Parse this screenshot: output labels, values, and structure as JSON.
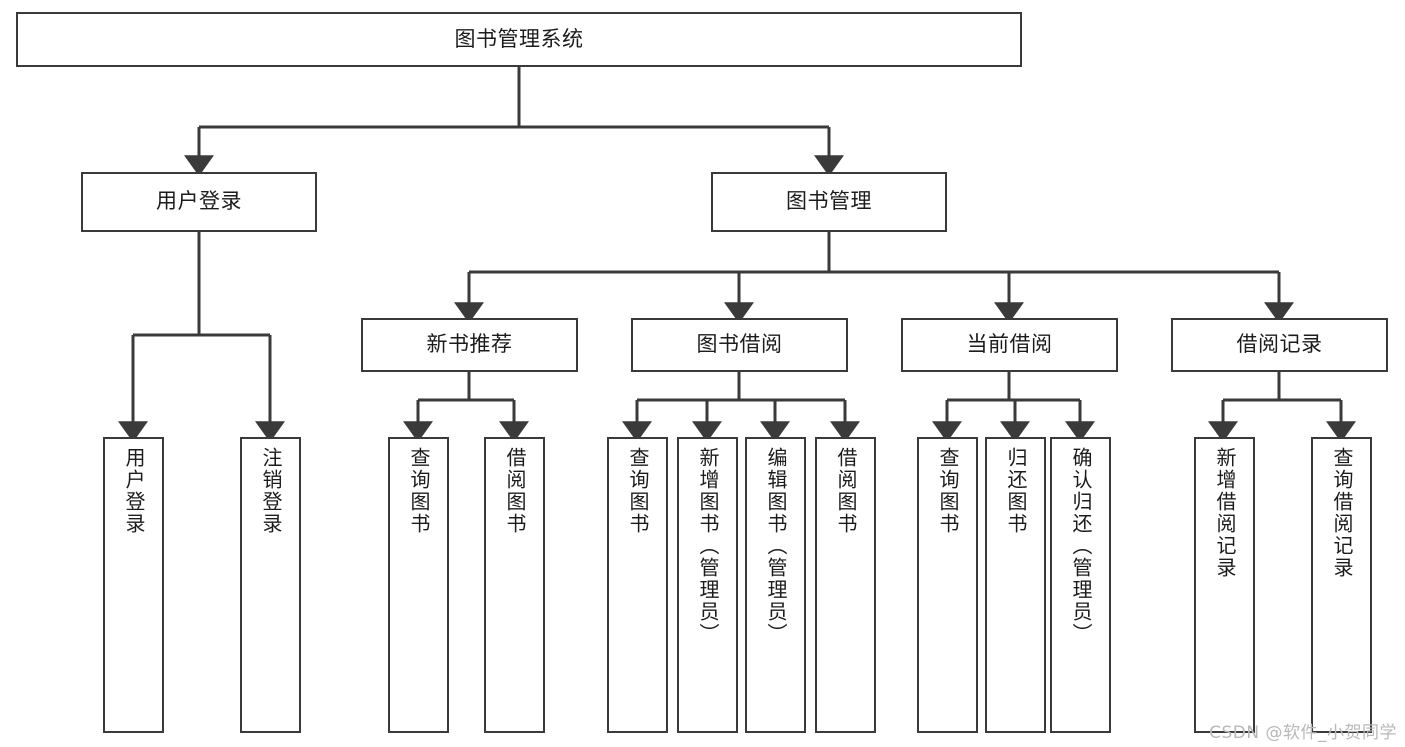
{
  "diagram": {
    "title": "图书管理系统",
    "type": "hierarchy-tree",
    "watermark": "CSDN @软件_小贺同学",
    "colors": {
      "background": "#ffffff",
      "box_border": "#3a3a3a",
      "box_fill": "#ffffff",
      "text": "#1c1c1c",
      "connector": "#3a3a3a",
      "watermark": "#b8b8b8"
    },
    "levels": {
      "root": "图书管理系统",
      "level2": [
        "用户登录",
        "图书管理"
      ],
      "level3": [
        "新书推荐",
        "图书借阅",
        "当前借阅",
        "借阅记录"
      ]
    },
    "nodes": {
      "root": {
        "label": "图书管理系统"
      },
      "user_login": {
        "label": "用户登录"
      },
      "book_manage": {
        "label": "图书管理"
      },
      "new_book_rec": {
        "label": "新书推荐"
      },
      "book_borrow": {
        "label": "图书借阅"
      },
      "current_borrow": {
        "label": "当前借阅"
      },
      "borrow_record": {
        "label": "借阅记录"
      },
      "leaf_user_login": {
        "label": "用户登录"
      },
      "leaf_logout": {
        "label": "注销登录"
      },
      "leaf_query_book_1": {
        "label": "查询图书"
      },
      "leaf_borrow_book_1": {
        "label": "借阅图书"
      },
      "leaf_query_book_2": {
        "label": "查询图书"
      },
      "leaf_add_book": {
        "label": "新增图书（管理员）"
      },
      "leaf_edit_book": {
        "label": "编辑图书（管理员）"
      },
      "leaf_borrow_book_2": {
        "label": "借阅图书"
      },
      "leaf_query_book_3": {
        "label": "查询图书"
      },
      "leaf_return_book": {
        "label": "归还图书"
      },
      "leaf_confirm_return": {
        "label": "确认归还（管理员）"
      },
      "leaf_add_record": {
        "label": "新增借阅记录"
      },
      "leaf_query_record": {
        "label": "查询借阅记录"
      }
    },
    "edges": [
      {
        "from": "root",
        "to": "user_login"
      },
      {
        "from": "root",
        "to": "book_manage"
      },
      {
        "from": "user_login",
        "to": "leaf_user_login"
      },
      {
        "from": "user_login",
        "to": "leaf_logout"
      },
      {
        "from": "book_manage",
        "to": "new_book_rec"
      },
      {
        "from": "book_manage",
        "to": "book_borrow"
      },
      {
        "from": "book_manage",
        "to": "current_borrow"
      },
      {
        "from": "book_manage",
        "to": "borrow_record"
      },
      {
        "from": "new_book_rec",
        "to": "leaf_query_book_1"
      },
      {
        "from": "new_book_rec",
        "to": "leaf_borrow_book_1"
      },
      {
        "from": "book_borrow",
        "to": "leaf_query_book_2"
      },
      {
        "from": "book_borrow",
        "to": "leaf_add_book"
      },
      {
        "from": "book_borrow",
        "to": "leaf_edit_book"
      },
      {
        "from": "book_borrow",
        "to": "leaf_borrow_book_2"
      },
      {
        "from": "current_borrow",
        "to": "leaf_query_book_3"
      },
      {
        "from": "current_borrow",
        "to": "leaf_return_book"
      },
      {
        "from": "current_borrow",
        "to": "leaf_confirm_return"
      },
      {
        "from": "borrow_record",
        "to": "leaf_add_record"
      },
      {
        "from": "borrow_record",
        "to": "leaf_query_record"
      }
    ]
  }
}
